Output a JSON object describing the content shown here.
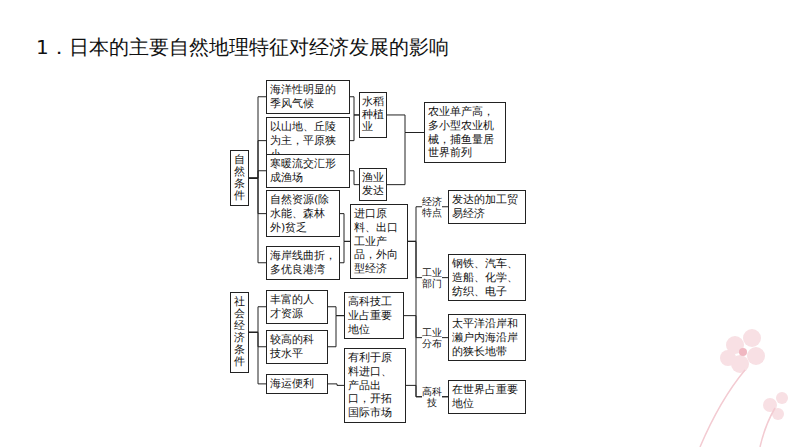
{
  "diagram": {
    "title": "1．日本的主要自然地理特征对经济发展的影响",
    "nodes": [
      {
        "text": [
          "自然条件"
        ]
      },
      {
        "text": [
          "海洋性明显的季风气候"
        ]
      },
      {
        "text": [
          "以山地、丘陵为主，平原狭小"
        ]
      },
      {
        "text": [
          "寒暖流交汇形成渔场"
        ]
      },
      {
        "text": [
          "自然资源(除水能、森林外)贫乏"
        ]
      },
      {
        "text": [
          "海岸线曲折，多优良港湾"
        ]
      },
      {
        "text": [
          "水稻种植业"
        ]
      },
      {
        "text": [
          "渔业发达"
        ]
      },
      {
        "text": [
          "农业单产高，多小型农业机械，捕鱼量居世界前列"
        ]
      },
      {
        "text": [
          "进口原料、出口工业产品，外向型经济"
        ]
      },
      {
        "text": [
          "社会经济条件"
        ]
      },
      {
        "text": [
          "丰富的人才资源"
        ]
      },
      {
        "text": [
          "较高的科技水平"
        ]
      },
      {
        "text": [
          "海运便利"
        ]
      },
      {
        "text": [
          "高科技工业占重要地位"
        ]
      },
      {
        "text": [
          "有利于原料进口、产品出口，开拓国际市场"
        ]
      },
      {
        "text": [
          "发达的加工贸易经济"
        ]
      },
      {
        "text": [
          "钢铁、汽车、造船、化学、纺织、电子"
        ]
      },
      {
        "text": [
          "太平洋沿岸和濑户内海沿岸的狭长地带"
        ]
      },
      {
        "text": [
          "在世界占重要地位"
        ]
      }
    ],
    "edges": [
      {
        "from": 0,
        "to": 1,
        "arrow": "none"
      },
      {
        "from": 0,
        "to": 2,
        "arrow": "none"
      },
      {
        "from": 0,
        "to": 3,
        "arrow": "none"
      },
      {
        "from": 0,
        "to": 4,
        "arrow": "none"
      },
      {
        "from": 0,
        "to": 5,
        "arrow": "none"
      },
      {
        "from": 1,
        "to": 6,
        "arrow": "none"
      },
      {
        "from": 2,
        "to": 6,
        "arrow": "none"
      },
      {
        "from": 3,
        "to": 7,
        "arrow": "none"
      },
      {
        "from": 6,
        "to": 8,
        "arrow": "none"
      },
      {
        "from": 7,
        "to": 8,
        "arrow": "none"
      },
      {
        "from": 4,
        "to": 9,
        "arrow": "none"
      },
      {
        "from": 5,
        "to": 9,
        "arrow": "none"
      },
      {
        "from": 10,
        "to": 11,
        "arrow": "none"
      },
      {
        "from": 10,
        "to": 12,
        "arrow": "none"
      },
      {
        "from": 10,
        "to": 13,
        "arrow": "none"
      },
      {
        "from": 11,
        "to": 14,
        "arrow": "none"
      },
      {
        "from": 12,
        "to": 14,
        "arrow": "none"
      },
      {
        "from": 13,
        "to": 15,
        "arrow": "none"
      },
      {
        "from": 9,
        "to": 16,
        "label": "经济特点",
        "arrow": "none"
      },
      {
        "from": 9,
        "to": 17,
        "label": "工业部门",
        "arrow": "none"
      },
      {
        "from": 9,
        "to": 18,
        "label": "工业分布",
        "arrow": "none"
      },
      {
        "from": 14,
        "to": 19,
        "label": "高科技",
        "arrow": "none"
      },
      {
        "from": 15,
        "to": 19,
        "arrow": "none"
      }
    ]
  }
}
